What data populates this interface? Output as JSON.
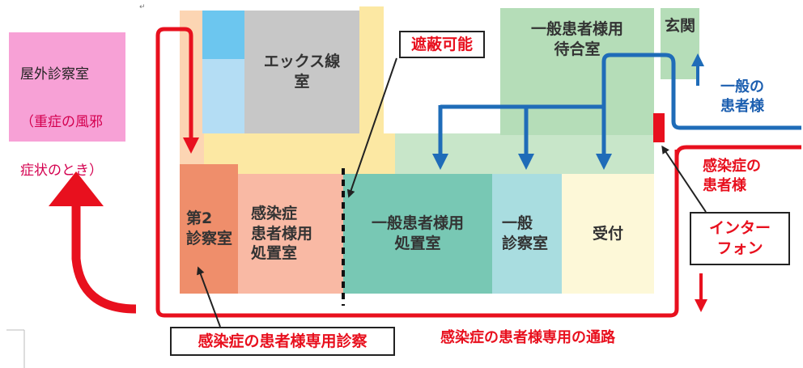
{
  "outdoor_room": {
    "title": "屋外診察室",
    "note_line1": "（重症の風邪",
    "note_line2": "症状のとき）"
  },
  "rooms": {
    "xray": "エックス線\n室",
    "waiting": "一般患者様用\n待合室",
    "entrance": "玄関",
    "exam2": "第2\n診察室",
    "infection_treatment": "感染症\n患者様用\n処置室",
    "general_treatment": "一般患者様用\n処置室",
    "general_exam": "一般\n診察室",
    "reception": "受付"
  },
  "labels": {
    "shielding": "遮蔽可能",
    "general_patient": "一般の\n患者様",
    "infection_patient": "感染症の\n患者様",
    "intercom": "インター\nフォン",
    "dedicated_exam": "感染症の患者様専用診察",
    "dedicated_route": "感染症の患者様専用の通路"
  },
  "colors": {
    "red_route": "#e8101e",
    "blue_route": "#1f6cb8",
    "outdoor_room": "#f7a1d6",
    "xray": "#c7c7c7",
    "waiting": "#b5ddb8",
    "exam2": "#ef8e6b",
    "infection_treatment": "#f9b9a4",
    "general_treatment": "#78c8b4",
    "general_exam": "#a9dde0",
    "reception": "#fdf8d8"
  }
}
